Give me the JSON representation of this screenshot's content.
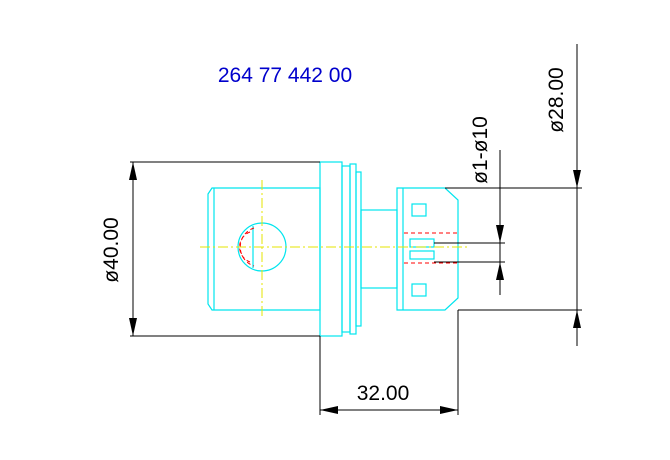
{
  "part_number": "264 77 442 00",
  "dimensions": {
    "overall_diameter": "ø40.00",
    "length": "32.00",
    "collet_range": "ø1-ø10",
    "nose_diameter": "ø28.00"
  },
  "colors": {
    "background": "#ffffff",
    "outline": "#00e5ee",
    "centerline": "#e6e600",
    "hidden": "#ff0000",
    "dimension": "#000000",
    "part_number": "#0000cc"
  }
}
